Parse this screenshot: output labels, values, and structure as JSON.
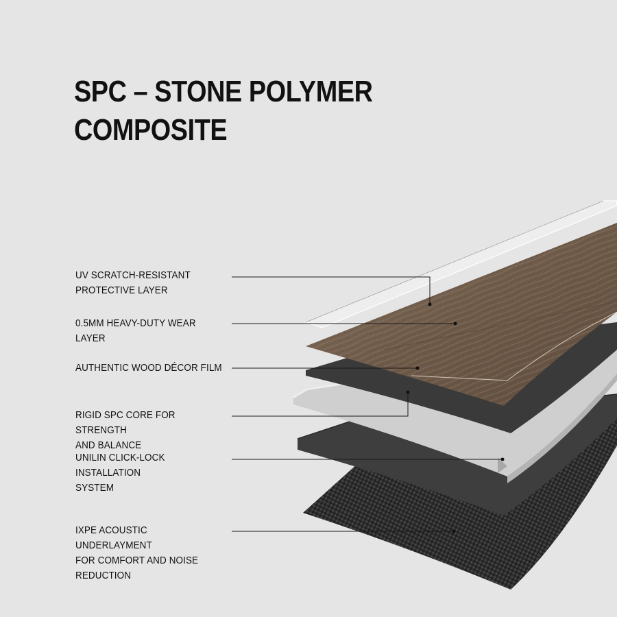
{
  "title": "SPC – STONE POLYMER\nCOMPOSITE",
  "layers": [
    {
      "id": "uv-layer",
      "label": "UV SCRATCH-RESISTANT\nPROTECTIVE LAYER"
    },
    {
      "id": "wear-layer",
      "label": "0.5MM HEAVY-DUTY WEAR LAYER"
    },
    {
      "id": "decor-film",
      "label": "AUTHENTIC WOOD DÉCOR FILM"
    },
    {
      "id": "spc-core",
      "label": "RIGID SPC CORE FOR STRENGTH\nAND BALANCE"
    },
    {
      "id": "click-lock",
      "label": "UNILIN CLICK-LOCK INSTALLATION\nSYSTEM"
    },
    {
      "id": "underlayment",
      "label": "IXPE ACOUSTIC UNDERLAYMENT\nFOR COMFORT AND NOISE\nREDUCTION"
    }
  ],
  "colors": {
    "background": "#e5e5e5",
    "wood": "#7a6654",
    "core_dark": "#3d3d3d",
    "core_light": "#cfcfcf",
    "underlayment": "#2a2a2a"
  }
}
